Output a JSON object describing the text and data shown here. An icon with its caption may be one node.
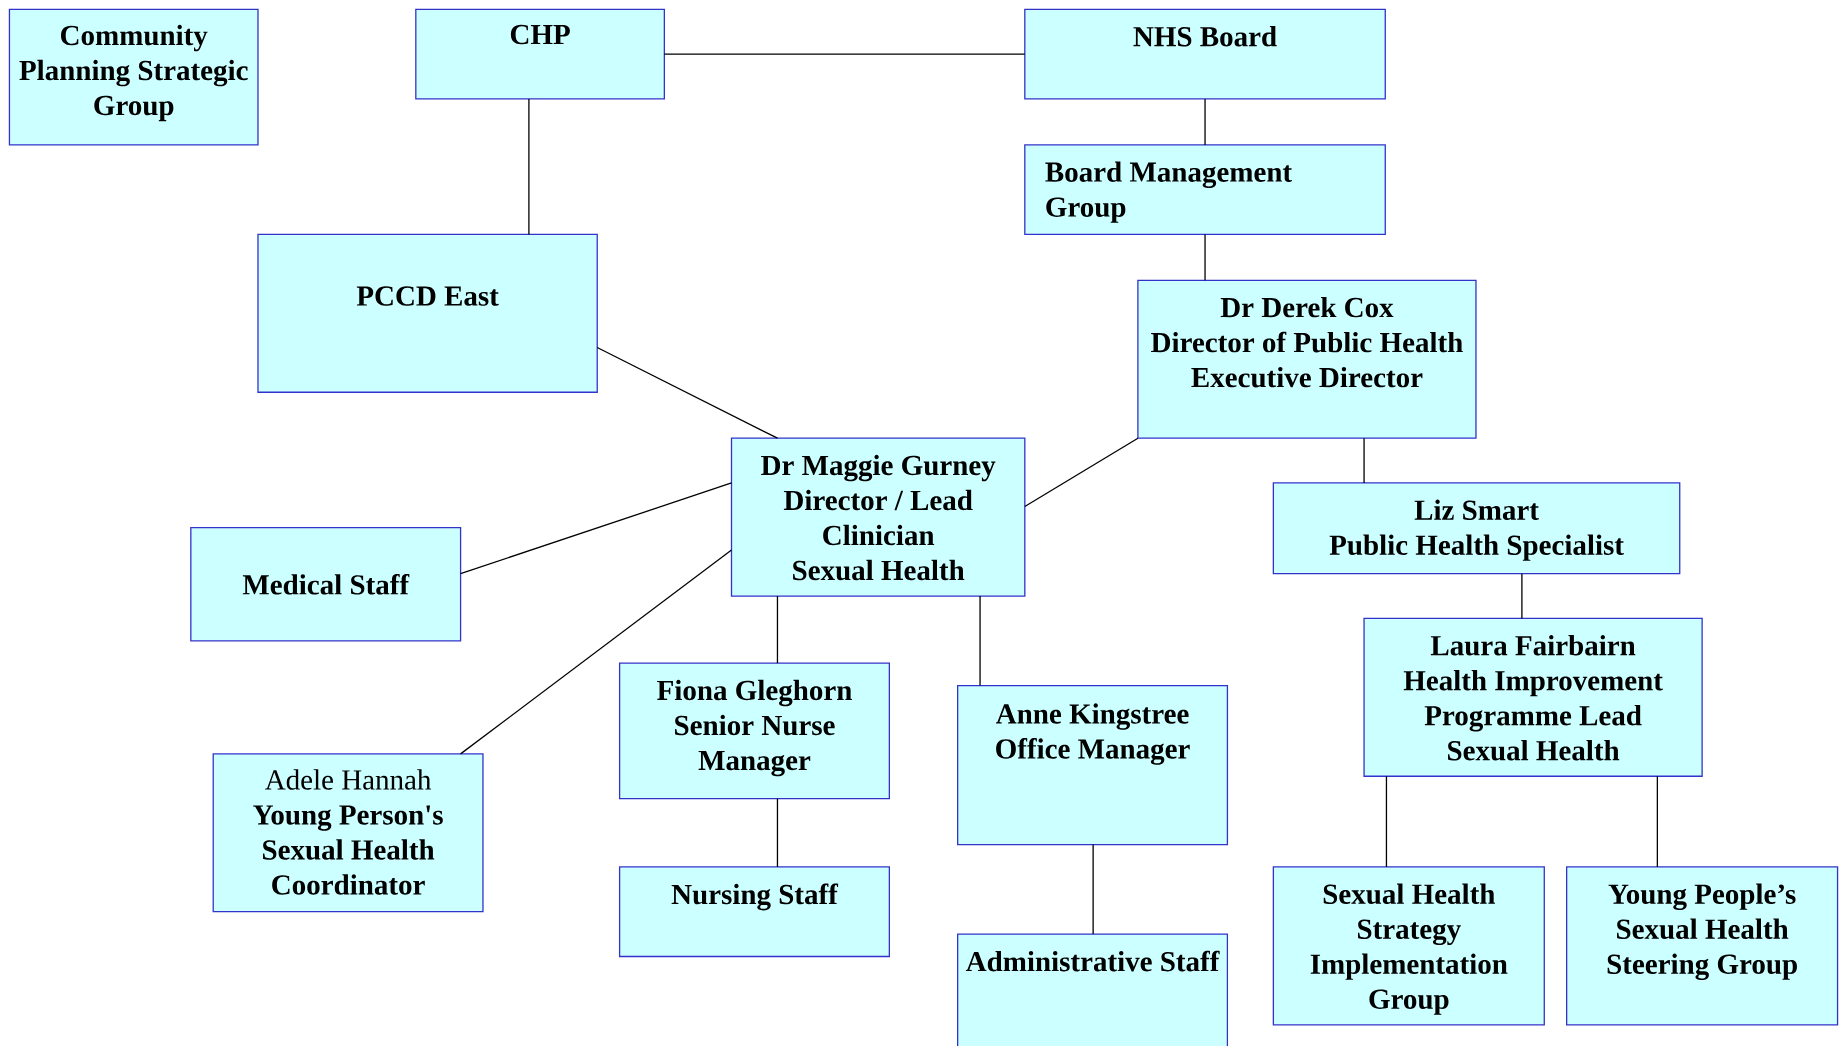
{
  "diagram": {
    "nodes": [
      {
        "text": [
          "Community Planning Strategic Group"
        ]
      },
      {
        "text": [
          "CHP"
        ]
      },
      {
        "text": [
          "NHS Board"
        ]
      },
      {
        "text": [
          "Board Management Group"
        ]
      },
      {
        "text": [
          "PCCD East"
        ]
      },
      {
        "text": [
          "Dr Derek Cox",
          "Director of Public Health",
          "Executive Director"
        ]
      },
      {
        "text": [
          "Dr Maggie Gurney",
          "Director / Lead Clinician",
          "Sexual Health"
        ]
      },
      {
        "text": [
          "Medical Staff"
        ]
      },
      {
        "text": [
          "Liz Smart",
          "Public Health Specialist"
        ]
      },
      {
        "text": [
          "Laura Fairbairn",
          "Health Improvement Programme Lead",
          "Sexual Health"
        ]
      },
      {
        "text": [
          "Fiona Gleghorn",
          "Senior Nurse Manager"
        ]
      },
      {
        "text": [
          "Anne Kingstree",
          "Office Manager"
        ]
      },
      {
        "text": [
          "Adele Hannah",
          "Young Person's Sexual Health Coordinator"
        ]
      },
      {
        "text": [
          "Nursing Staff"
        ]
      },
      {
        "text": [
          "Administrative Staff"
        ]
      },
      {
        "text": [
          "Sexual Health Strategy Implementation Group"
        ]
      },
      {
        "text": [
          "Young People’s Sexual Health Steering Group"
        ]
      }
    ],
    "edges": [
      {
        "from": 1,
        "to": 2,
        "arrow": "none"
      },
      {
        "from": 1,
        "to": 4,
        "arrow": "none"
      },
      {
        "from": 2,
        "to": 3,
        "arrow": "none"
      },
      {
        "from": 3,
        "to": 5,
        "arrow": "none"
      },
      {
        "from": 4,
        "to": 6,
        "arrow": "none"
      },
      {
        "from": 5,
        "to": 6,
        "arrow": "none"
      },
      {
        "from": 6,
        "to": 7,
        "arrow": "none"
      },
      {
        "from": 6,
        "to": 12,
        "arrow": "none"
      },
      {
        "from": 6,
        "to": 10,
        "arrow": "none"
      },
      {
        "from": 6,
        "to": 11,
        "arrow": "none"
      },
      {
        "from": 5,
        "to": 8,
        "arrow": "none"
      },
      {
        "from": 8,
        "to": 9,
        "arrow": "none"
      },
      {
        "from": 9,
        "to": 15,
        "arrow": "none"
      },
      {
        "from": 9,
        "to": 16,
        "arrow": "none"
      },
      {
        "from": 10,
        "to": 13,
        "arrow": "none"
      },
      {
        "from": 11,
        "to": 14,
        "arrow": "none"
      }
    ]
  }
}
